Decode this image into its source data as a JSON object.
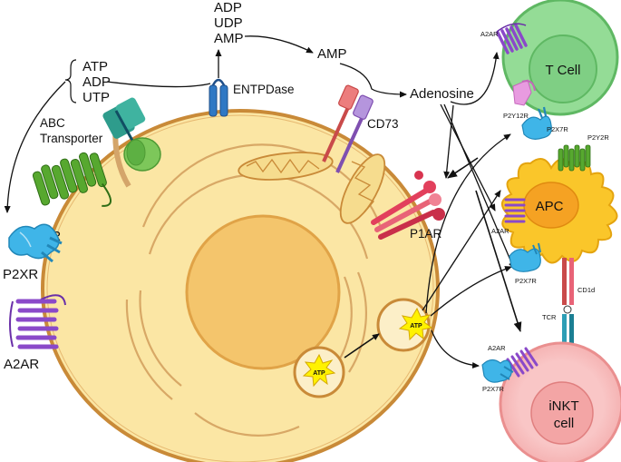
{
  "labels": {
    "nucleotides_top": [
      "ADP",
      "UDP",
      "AMP"
    ],
    "nucleotides_left": [
      "ATP",
      "ADP",
      "UTP"
    ],
    "abc_transporter": [
      "ABC",
      "Transporter"
    ],
    "entpdase": "ENTPDase",
    "amp": "AMP",
    "adenosine": "Adenosine",
    "cd73": "CD73",
    "p1ar": "P1AR",
    "p2yr": "P2YR",
    "p2xr": "P2XR",
    "a2ar_host": "A2AR",
    "atp_vesicle": "ATP",
    "atp_released": "ATP"
  },
  "cells": {
    "t_cell": {
      "name": "T Cell",
      "receptors": {
        "a2ar": "A2AR",
        "p2y12r": "P2Y12R",
        "p2x7r": "P2X7R"
      }
    },
    "apc": {
      "name": "APC",
      "receptors": {
        "p2y2r": "P2Y2R",
        "a2ar": "A2AR",
        "p2x7r": "P2X7R",
        "cd1d": "CD1d",
        "tcr": "TCR"
      }
    },
    "inkt": {
      "name": [
        "iNKT",
        "cell"
      ],
      "receptors": {
        "a2ar": "A2AR",
        "p2x7r": "P2X7R"
      }
    }
  },
  "colors": {
    "host_cytoplasm": "#fbe6a4",
    "host_membrane": "#c98a38",
    "nucleus": "#f4c56c",
    "t_cell_outer": "#94dc96",
    "t_cell_inner": "#7fcf84",
    "apc": "#fac62a",
    "apc_nucleus": "#f5a223",
    "inkt_outer": "#f9c6c6",
    "inkt_inner": "#f3a5a5",
    "a2ar": "#8a49c9",
    "p2xr": "#3fb5e8",
    "p2yr": "#4a9d27",
    "p1ar": "#e2405c",
    "entpdase": "#2f78c4",
    "cd73_red": "#c94a4a",
    "cd73_purple": "#a57dd1",
    "abc_transporter": "#2e9c8c",
    "atp_star": "#fff200"
  }
}
